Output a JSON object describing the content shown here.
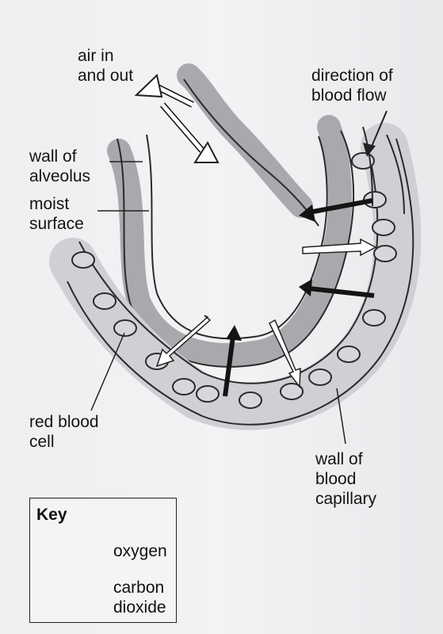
{
  "labels": {
    "air": "air in\nand out",
    "direction": "direction of\nblood flow",
    "wall_alveolus": "wall of\nalveolus",
    "moist": "moist\nsurface",
    "red_cell": "red blood\ncell",
    "wall_capillary": "wall of\nblood\ncapillary"
  },
  "key": {
    "title": "Key",
    "items": [
      {
        "label": "oxygen",
        "style": "open-arrow"
      },
      {
        "label": "carbon\ndioxide",
        "style": "filled-arrow"
      }
    ]
  },
  "colors": {
    "alveolus_tissue": "#a9a9ad",
    "cell_fill": "#cfd0d4",
    "outline": "#2a2a2a",
    "arrow_co2": "#141414",
    "arrow_o2": "#ffffff"
  }
}
